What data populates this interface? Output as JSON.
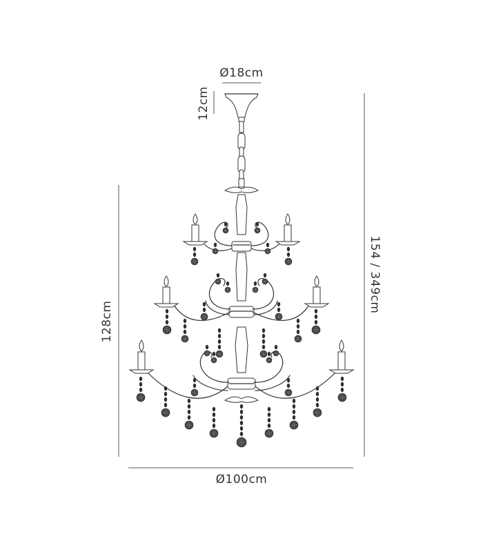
{
  "dimensions": {
    "canopy_diameter": "Ø18cm",
    "canopy_height": "12cm",
    "body_height": "128cm",
    "total_height": "154 / 349cm",
    "overall_diameter": "Ø100cm"
  },
  "colors": {
    "ink": "#333333",
    "crystal": "#4a4a4a"
  }
}
